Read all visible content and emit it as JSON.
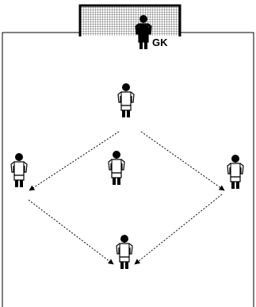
{
  "diagram": {
    "goalkeeper_label": "GK",
    "players": [
      {
        "id": "gk",
        "role": "goalkeeper",
        "kit": "dark"
      },
      {
        "id": "top",
        "role": "outfield",
        "kit": "white"
      },
      {
        "id": "left",
        "role": "outfield",
        "kit": "white"
      },
      {
        "id": "center",
        "role": "outfield",
        "kit": "white"
      },
      {
        "id": "right",
        "role": "outfield",
        "kit": "white"
      },
      {
        "id": "bottom",
        "role": "outfield",
        "kit": "white"
      }
    ],
    "passes": [
      {
        "from": "top",
        "to": "left"
      },
      {
        "from": "top",
        "to": "right"
      },
      {
        "from": "left",
        "to": "bottom"
      },
      {
        "from": "right",
        "to": "bottom"
      }
    ],
    "colors": {
      "line": "#000000",
      "kit_white": "#ffffff",
      "kit_dark": "#000000",
      "goal_net": "#9a9a9a"
    }
  }
}
